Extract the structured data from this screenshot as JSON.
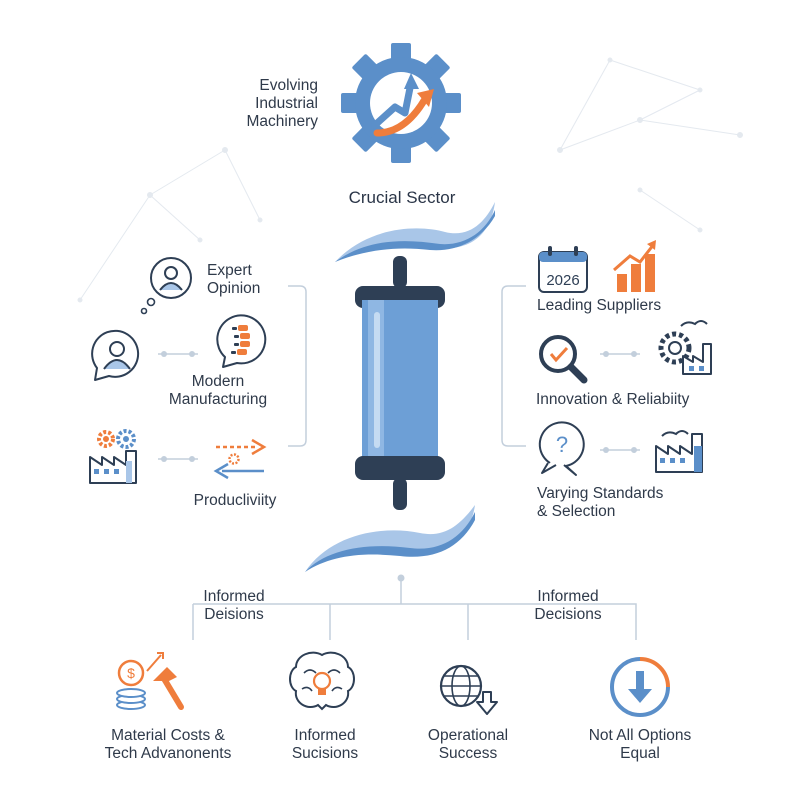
{
  "top": {
    "gear_label": "Evolving\nIndustrial\nMachinery",
    "sector_title": "Crucial Sector"
  },
  "left": {
    "expert": "Expert\nOpinion",
    "manufacturing": "Modern\nManufacturing",
    "productivity": "Producliviity"
  },
  "right": {
    "calendar_year": "2026",
    "suppliers": "Leading Suppliers",
    "innovation": "Innovation & Reliabiity",
    "standards": "Varying Standards\n& Selection"
  },
  "branches": {
    "left_label": "Informed\nDeisions",
    "right_label": "Informed\nDecisions"
  },
  "bottom": {
    "costs": "Material Costs &\nTech Advanonents",
    "sucisions": "Informed\nSucisions",
    "success": "Operational\nSuccess",
    "equal": "Not All Options\nEqual"
  },
  "colors": {
    "blue": "#5b8fc9",
    "blue_light": "#a9c6e8",
    "navy": "#2e3f55",
    "orange": "#ef7d3c",
    "line": "#c3cfdc"
  }
}
